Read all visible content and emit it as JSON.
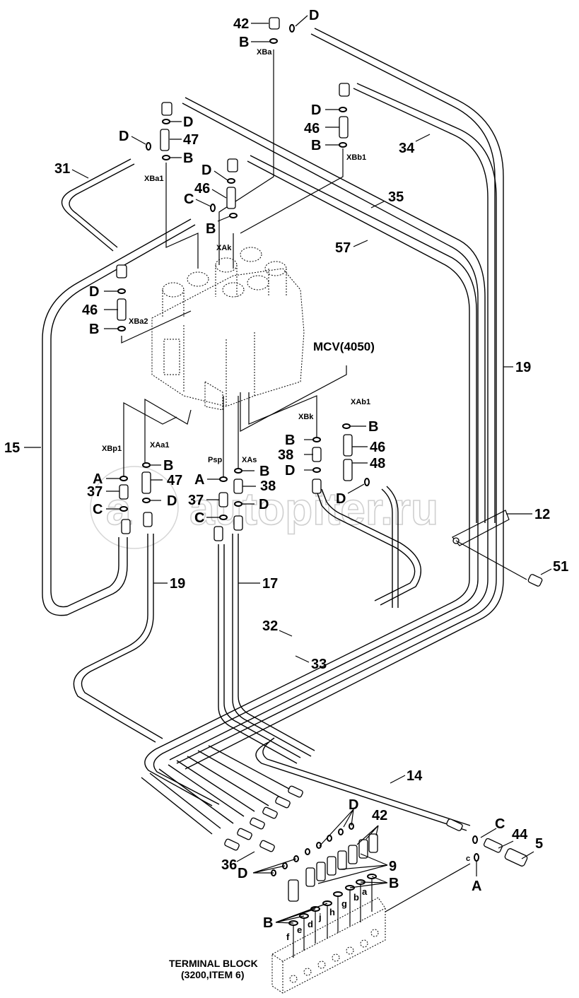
{
  "diagram": {
    "title": "MCV(4050)",
    "terminal_block": {
      "line1": "TERMINAL BLOCK",
      "line2": "(3200,ITEM 6)",
      "port_letters": [
        "a",
        "b",
        "g",
        "h",
        "j",
        "d",
        "e",
        "f"
      ]
    },
    "port_labels": {
      "XBa": "XBa",
      "XBa1": "XBa1",
      "XBa2": "XBa2",
      "XBb1": "XBb1",
      "XAk": "XAk",
      "XBk": "XBk",
      "XAb1": "XAb1",
      "XBp1": "XBp1",
      "XAa1": "XAa1",
      "Psp": "Psp",
      "XAs": "XAs",
      "c": "c"
    },
    "callouts": {
      "p42_top": "42",
      "D_top": "D",
      "B_top": "B",
      "D_a": "D",
      "p47_a": "47",
      "D_b": "D",
      "B_a": "B",
      "p31": "31",
      "D_c": "D",
      "p46_a": "46",
      "C_a": "C",
      "B_b": "B",
      "D_d": "D",
      "p46_b": "46",
      "B_c": "B",
      "p34": "34",
      "p35": "35",
      "p57": "57",
      "D_e": "D",
      "p46_c": "46",
      "B_d": "B",
      "p15": "15",
      "p19_right": "19",
      "B_e": "B",
      "p46_d": "46",
      "p48": "48",
      "B_f": "B",
      "p38_a": "38",
      "D_f": "D",
      "D_g": "D",
      "B_g": "B",
      "A_a": "A",
      "p47_b": "47",
      "p37_a": "37",
      "D_h": "D",
      "C_b": "C",
      "A_b": "A",
      "B_h": "B",
      "p38_b": "38",
      "p37_b": "37",
      "D_i": "D",
      "C_c": "C",
      "p12": "12",
      "p51": "51",
      "p19_left": "19",
      "p17": "17",
      "p32": "32",
      "p33": "33",
      "p14": "14",
      "D_j": "D",
      "p42_b": "42",
      "p36": "36",
      "D_k": "D",
      "p9": "9",
      "B_i": "B",
      "B_j": "B",
      "C_d": "C",
      "p44": "44",
      "p5": "5",
      "A_c": "A"
    },
    "watermark": "autopiter.ru"
  }
}
